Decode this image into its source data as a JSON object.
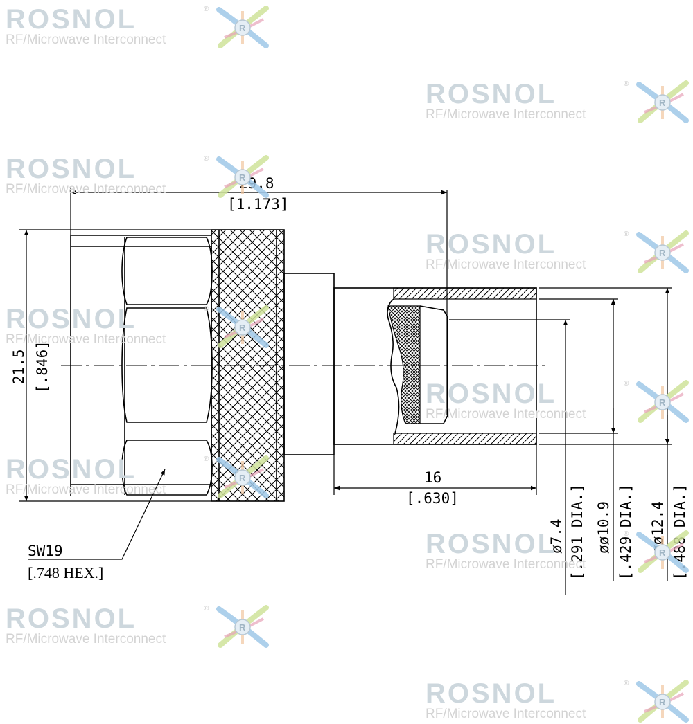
{
  "watermark": {
    "name": "ROSNOL",
    "tagline": "RF/Microwave Interconnect",
    "reg_mark": "®"
  },
  "dimensions": {
    "overall_length": "29.8",
    "overall_length_in": "[1.173]",
    "height": "21.5",
    "height_in": "[.846]",
    "cable_length": "16",
    "cable_length_in": "[.630]",
    "hex_size": "SW19",
    "hex_size_in": "[.748 HEX.]",
    "dia_inner": "ø7.4",
    "dia_inner_in": "[.291 DIA.]",
    "dia_mid": "øø10.9",
    "dia_mid_in": "[.429 DIA.]",
    "dia_outer": "øø12.4",
    "dia_outer_in": "[.488 DIA.]"
  }
}
